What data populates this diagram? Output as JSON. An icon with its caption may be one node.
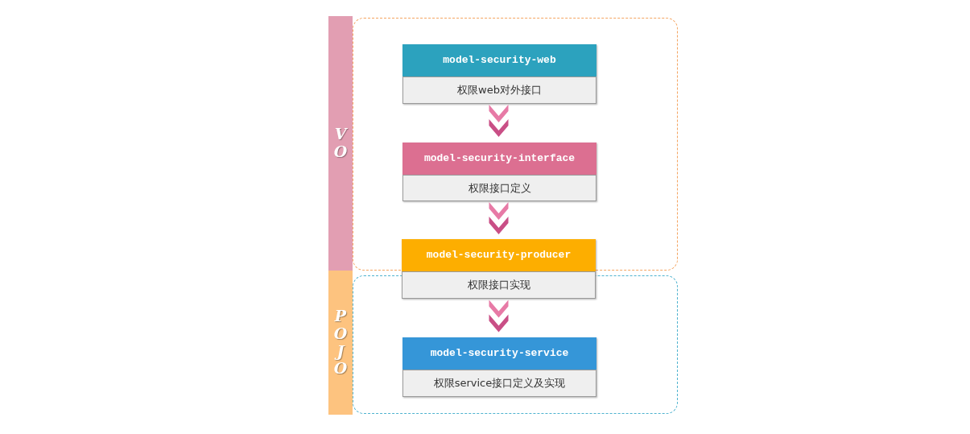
{
  "diagram": {
    "nodes": [
      {
        "text": [
          "VO"
        ]
      },
      {
        "text": [
          "POJO"
        ]
      },
      {
        "text": [],
        "shape": "box"
      },
      {
        "text": [],
        "shape": "box"
      },
      {
        "text": [
          "model-security-web",
          "权限web对外接口"
        ],
        "in": 2
      },
      {
        "text": [
          "model-security-interface",
          "权限接口定义"
        ],
        "in": 2
      },
      {
        "text": [
          "model-security-producer",
          "权限接口实现"
        ]
      },
      {
        "text": [
          "model-security-service",
          "权限service接口定义及实现"
        ],
        "in": 3
      }
    ],
    "edges": [
      {
        "from": 4,
        "to": 5,
        "arrow": "to"
      },
      {
        "from": 5,
        "to": 6,
        "arrow": "to"
      },
      {
        "from": 6,
        "to": 7,
        "arrow": "to"
      }
    ]
  }
}
